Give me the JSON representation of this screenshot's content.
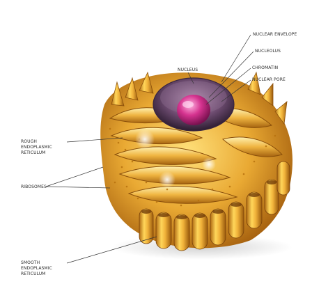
{
  "labels": {
    "nuclear_envelope": "NUCLEAR ENVELOPE",
    "nucleolus": "NUCLEOLUS",
    "nucleus": "NUCLEUS",
    "chromatin": "CHROMATIN",
    "nuclear_pore": "NUCLEAR PORE",
    "rough_er": "ROUGH ENDOPLASMIC RETICULUM",
    "ribosomes": "RIBOSOMES",
    "smooth_er": "SMOOTH ENDOPLASMIC RETICULUM"
  },
  "colors": {
    "er_gold": "#e9a933",
    "er_highlight": "#ffe07a",
    "er_shadow": "#b06a12",
    "nucleus_envelope": "#6b4a6e",
    "nucleolus": "#d5338f",
    "label_text": "#2a2a2a"
  }
}
